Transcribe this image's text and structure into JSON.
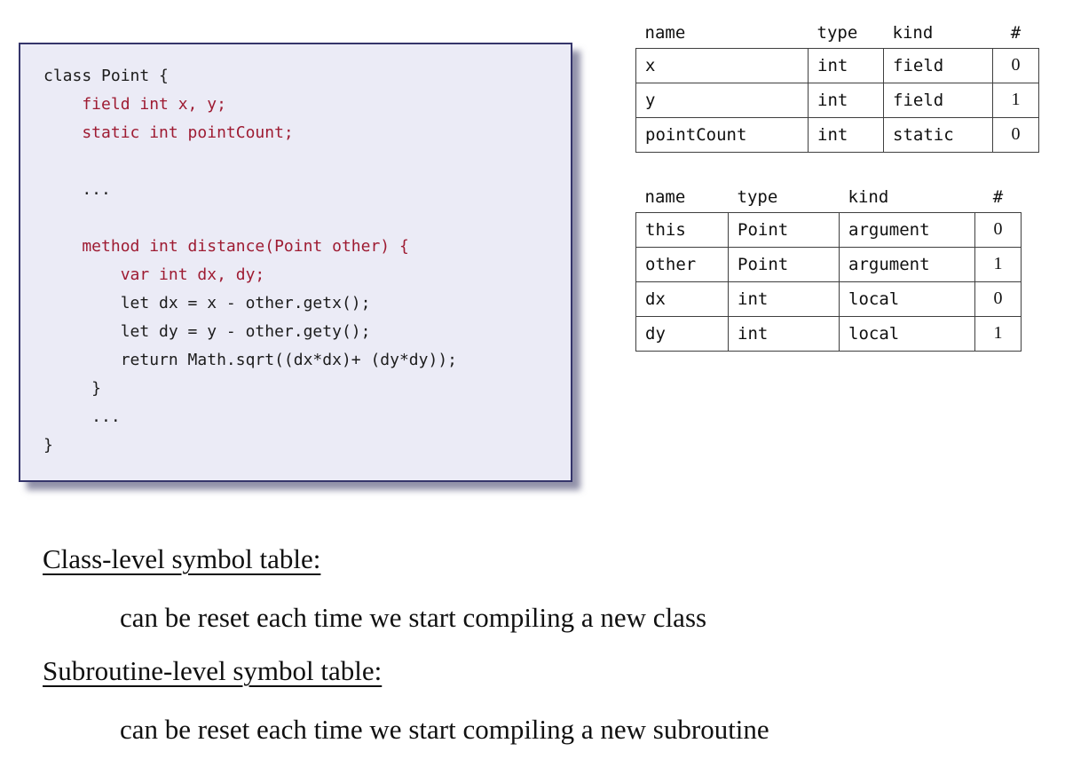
{
  "colors": {
    "page_bg": "#ffffff",
    "code_panel_bg": "#ebebf6",
    "code_panel_border": "#35356b",
    "code_red": "#9e1b32",
    "code_black": "#1c1c1c",
    "table_border": "#3f3f3f",
    "text_color": "#101010"
  },
  "code_panel": {
    "lines": [
      {
        "text": "class Point {",
        "tone": "plain"
      },
      {
        "text": "    field int x, y;",
        "tone": "red"
      },
      {
        "text": "    static int pointCount;",
        "tone": "red"
      },
      {
        "text": "",
        "tone": "plain"
      },
      {
        "text": "    ...",
        "tone": "plain"
      },
      {
        "text": "",
        "tone": "plain"
      },
      {
        "text": "    method int distance(Point other) {",
        "tone": "red"
      },
      {
        "text": "        var int dx, dy;",
        "tone": "red"
      },
      {
        "text": "        let dx = x - other.getx();",
        "tone": "plain"
      },
      {
        "text": "        let dy = y - other.gety();",
        "tone": "plain"
      },
      {
        "text": "        return Math.sqrt((dx*dx)+ (dy*dy));",
        "tone": "plain"
      },
      {
        "text": "     }",
        "tone": "plain"
      },
      {
        "text": "     ...",
        "tone": "plain"
      },
      {
        "text": "}",
        "tone": "plain"
      }
    ]
  },
  "class_table": {
    "headers": [
      "name",
      "type",
      "kind",
      "#"
    ],
    "rows": [
      [
        "x",
        "int",
        "field",
        "0"
      ],
      [
        "y",
        "int",
        "field",
        "1"
      ],
      [
        "pointCount",
        "int",
        "static",
        "0"
      ]
    ]
  },
  "subroutine_table": {
    "headers": [
      "name",
      "type",
      "kind",
      "#"
    ],
    "rows": [
      [
        "this",
        "Point",
        "argument",
        "0"
      ],
      [
        "other",
        "Point",
        "argument",
        "1"
      ],
      [
        "dx",
        "int",
        "local",
        "0"
      ],
      [
        "dy",
        "int",
        "local",
        "1"
      ]
    ]
  },
  "notes": {
    "class_heading": "Class-level symbol table:",
    "class_body": "can be reset each time we start compiling a new class",
    "subroutine_heading": "Subroutine-level symbol table:",
    "subroutine_body": "can be reset each time we start compiling a new subroutine"
  }
}
